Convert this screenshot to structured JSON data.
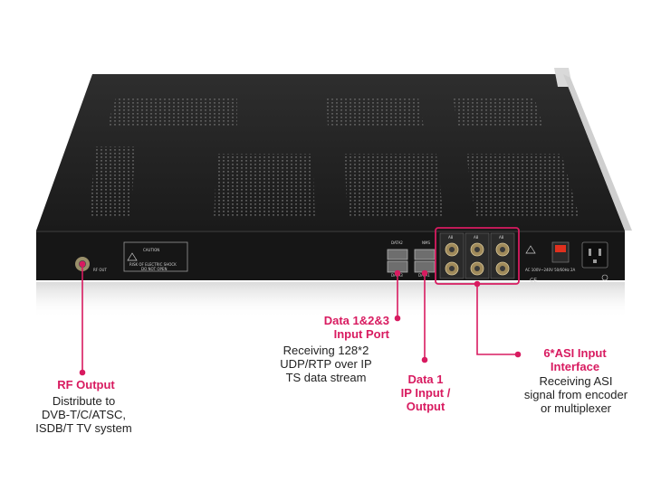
{
  "accent_color": "#d81b60",
  "device": {
    "rf_port_label": "RF OUT",
    "caution_label": "CAUTION",
    "caution_line1": "RISK OF ELECTRIC SHOCK",
    "caution_line2": "DO NOT OPEN",
    "port_data2": "DATA2",
    "port_nms": "NMS",
    "port_data3": "DATA3",
    "port_data1": "DATA1",
    "asi_labels": [
      "A8",
      "A8",
      "A8"
    ],
    "power_label": "AC 100V~240V 50/60Hz 2A",
    "icons": [
      "warning-icon",
      "ce-mark-icon",
      "ground-icon",
      "power-switch",
      "power-socket"
    ]
  },
  "callouts": {
    "rf_output": {
      "title": "RF Output",
      "desc": [
        "Distribute to",
        "DVB-T/C/ATSC,",
        "ISDB/T TV system"
      ]
    },
    "data_input": {
      "title": [
        "Data 1&2&3",
        "Input Port"
      ],
      "desc": [
        "Receiving 128*2",
        "UDP/RTP over IP",
        "TS data stream"
      ]
    },
    "ip_input": {
      "title": [
        "Data 1",
        "IP Input /",
        "Output"
      ]
    },
    "asi_input": {
      "title": [
        "6*ASI Input",
        "Interface"
      ],
      "desc": [
        "Receiving ASI",
        "signal from encoder",
        "or multiplexer"
      ]
    }
  }
}
